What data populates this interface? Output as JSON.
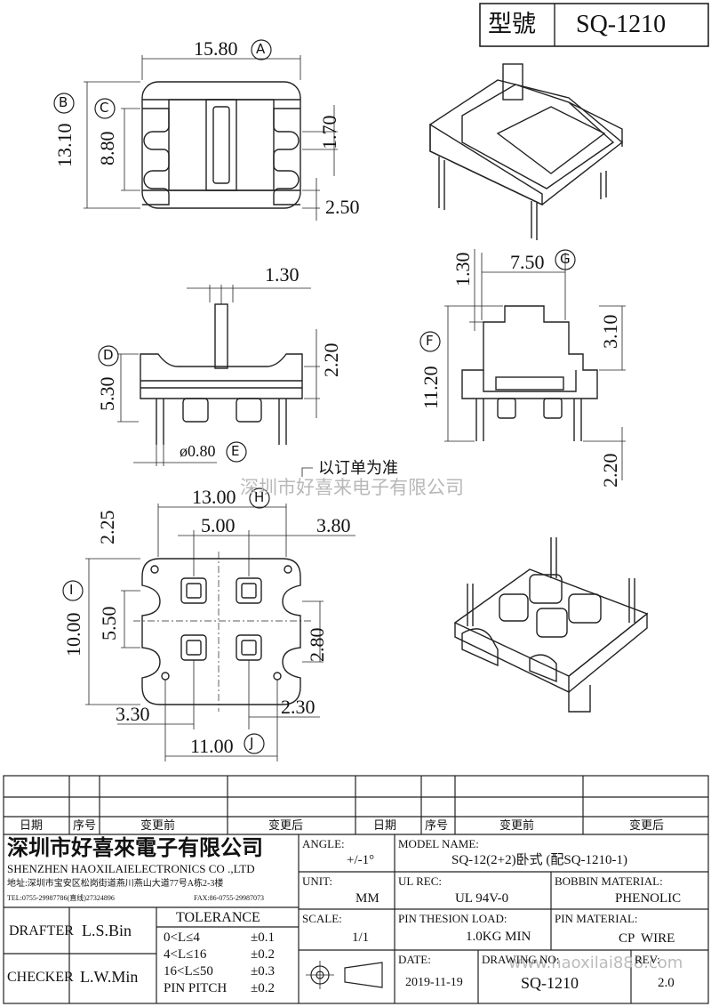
{
  "header": {
    "model_label": "型號",
    "model_value": "SQ-1210"
  },
  "dims": {
    "top_width": "15.80",
    "top_width_tag": "A",
    "top_outer_h": "13.10",
    "top_outer_tag": "B",
    "top_inner_h": "8.80",
    "top_inner_tag": "C",
    "top_notch": "1.70",
    "top_depth": "2.50",
    "side_pin_gap": "1.30",
    "side_h": "5.30",
    "side_h_tag": "D",
    "side_step": "2.20",
    "side_pin_dia": "ø0.80",
    "side_pin_tag": "E",
    "front_step": "1.30",
    "front_w": "7.50",
    "front_w_tag": "G",
    "front_h": "11.20",
    "front_h_tag": "F",
    "front_top": "3.10",
    "front_pin": "2.20",
    "pin_note": "以订单为准",
    "bot_w": "13.00",
    "bot_w_tag": "H",
    "bot_top": "2.25",
    "bot_inner": "5.00",
    "bot_right": "3.80",
    "bot_h": "10.00",
    "bot_h_tag": "I",
    "bot_mid": "5.50",
    "bot_pad": "2.80",
    "bot_left_off": "3.30",
    "bot_right_off": "2.30",
    "bot_pitch": "11.00",
    "bot_pitch_tag": "J"
  },
  "watermark": {
    "center": "深圳市好喜来电子有限公司",
    "url": "www.haoxilai888.com"
  },
  "revision_table": {
    "date_label": "日期",
    "seq_label": "序号",
    "before_label": "变更前",
    "after_label": "变更后"
  },
  "title_block": {
    "company_cn": "深圳市好喜來電子有限公司",
    "company_en": "SHENZHEN HAOXILAIELECTRONICS CO .,LTD",
    "address": "地址:深圳市宝安区松岗街道燕川燕山大道77号A栋2-3楼",
    "tel": "TEL:0755-29987786(直线)27324896",
    "fax": "FAX:86-0755-29987073",
    "drafter_label": "DRAFTER",
    "drafter": "L.S.Bin",
    "checker_label": "CHECKER",
    "checker": "L.W.Min",
    "tolerance_label": "TOLERANCE",
    "tolerances": [
      {
        "range": "0<L≤4",
        "value": "±0.1"
      },
      {
        "range": "4<L≤16",
        "value": "±0.2"
      },
      {
        "range": "16<L≤50",
        "value": "±0.3"
      },
      {
        "range": "PIN PITCH",
        "value": "±0.2"
      }
    ],
    "angle_label": "ANGLE:",
    "angle": "+/-1°",
    "unit_label": "UNIT:",
    "unit": "MM",
    "scale_label": "SCALE:",
    "scale": "1/1",
    "model_name_label": "MODEL NAME:",
    "model_name": "SQ-12(2+2)卧式 (配SQ-1210-1)",
    "ul_label": "UL REC:",
    "ul": "UL 94V-0",
    "bobbin_label": "BOBBIN MATERIAL:",
    "bobbin": "PHENOLIC",
    "pin_load_label": "PIN THESION LOAD:",
    "pin_load": "1.0KG MIN",
    "pin_mat_label": "PIN MATERIAL:",
    "pin_mat": "CP  WIRE",
    "date_label": "DATE:",
    "date": "2019-11-19",
    "drawing_label": "DRAWING NO:",
    "drawing": "SQ-1210",
    "rev_label": "REV:",
    "rev": "2.0"
  }
}
